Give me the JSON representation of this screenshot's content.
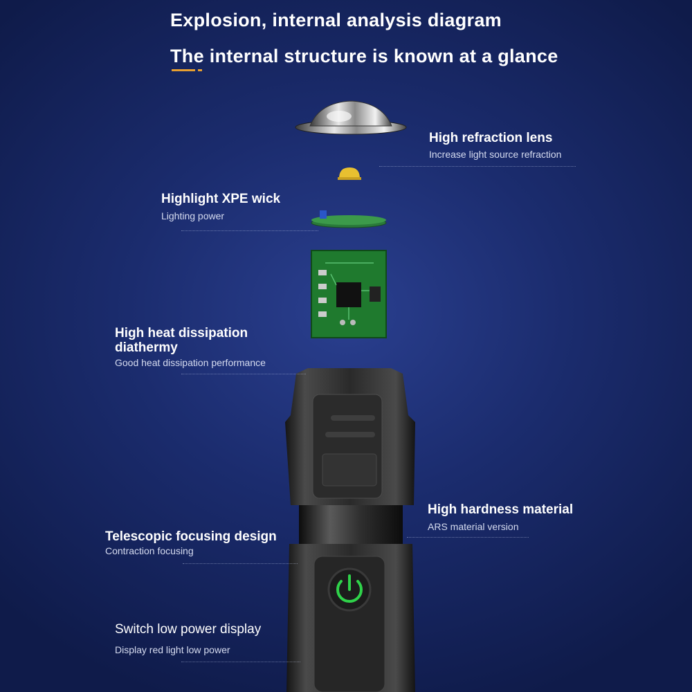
{
  "heading": {
    "line1": "Explosion, internal analysis diagram",
    "line2": "The internal structure is known at a glance",
    "underline_color": "#e8a030"
  },
  "callouts": {
    "lens": {
      "title": "High refraction lens",
      "subtitle": "Increase light source refraction"
    },
    "wick": {
      "title": "Highlight XPE wick",
      "subtitle": "Lighting power"
    },
    "heat": {
      "title": "High heat dissipation\ndiathermy",
      "subtitle": "Good heat dissipation performance"
    },
    "hardness": {
      "title": "High hardness material",
      "subtitle": "ARS material version"
    },
    "telescopic": {
      "title": "Telescopic focusing design",
      "subtitle": "Contraction focusing"
    },
    "switch": {
      "title": "Switch low power display",
      "subtitle": "Display red light low power"
    }
  },
  "parts": [
    "lens",
    "led-chip",
    "led-board",
    "circuit-board",
    "flashlight-body",
    "power-button-icon"
  ],
  "colors": {
    "background": "#1b2c6e",
    "pcb": "#1f7a2e",
    "power_icon": "#2fd34a"
  }
}
